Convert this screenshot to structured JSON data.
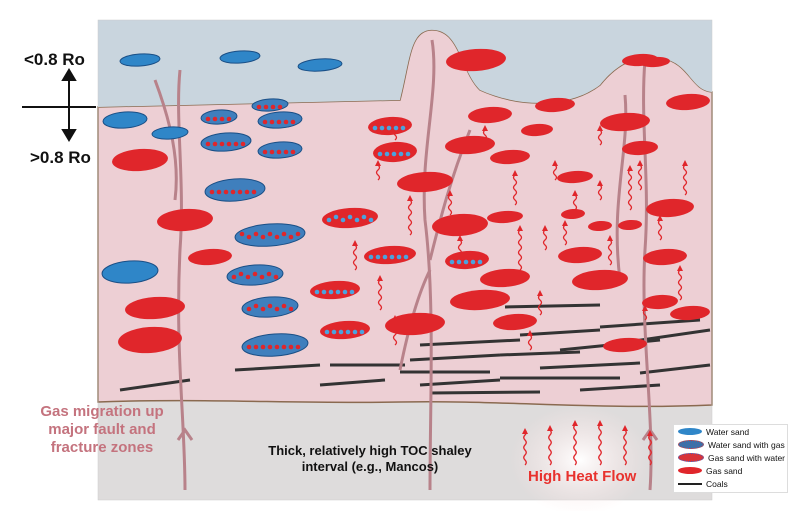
{
  "labels": {
    "ro_above": "<0.8 Ro",
    "ro_below": ">0.8 Ro",
    "migration": "Gas migration up major fault and fracture zones",
    "toc": "Thick, relatively high TOC shaley interval (e.g., Mancos)",
    "heat_flow": "High Heat Flow"
  },
  "legend": [
    {
      "label": "Water sand",
      "color": "#2f86c8"
    },
    {
      "label": "Water sand with gas",
      "color": "#3d6fa8"
    },
    {
      "label": "Gas sand with water",
      "color": "#d8333a"
    },
    {
      "label": "Gas sand",
      "color": "#e0262b"
    },
    {
      "label": "Coals",
      "color": "#222222"
    }
  ],
  "colors": {
    "upper_zone": "#c9d5de",
    "middle_zone": "#edcfd4",
    "lower_zone": "#dedcdc",
    "fault": "#b8828a",
    "gas_arrow": "#e0262b"
  }
}
